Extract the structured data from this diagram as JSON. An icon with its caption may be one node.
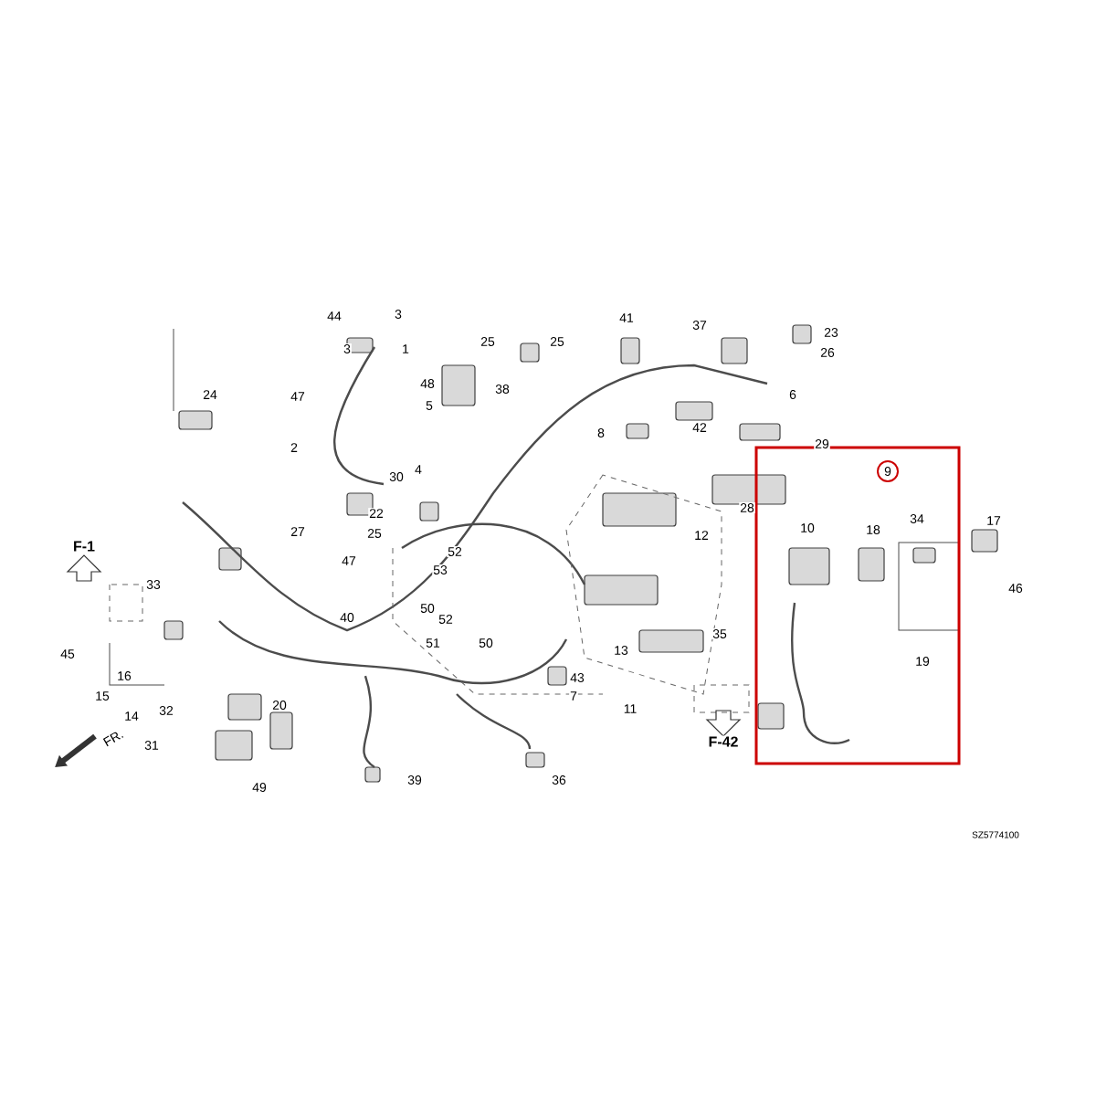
{
  "diagram": {
    "labels": [
      "44",
      "3",
      "41",
      "37",
      "23",
      "3",
      "1",
      "25",
      "25",
      "26",
      "6",
      "24",
      "48",
      "38",
      "5",
      "47",
      "8",
      "42",
      "2",
      "30",
      "4",
      "29",
      "9",
      "22",
      "27",
      "25",
      "17",
      "28",
      "12",
      "34",
      "10",
      "18",
      "F-1",
      "47",
      "52",
      "33",
      "53",
      "46",
      "40",
      "50",
      "52",
      "35",
      "19",
      "13",
      "50",
      "51",
      "45",
      "16",
      "43",
      "15",
      "7",
      "11",
      "14",
      "20",
      "32",
      "F-42",
      "31",
      "FR.",
      "39",
      "36",
      "49",
      "SZ5774100"
    ]
  }
}
